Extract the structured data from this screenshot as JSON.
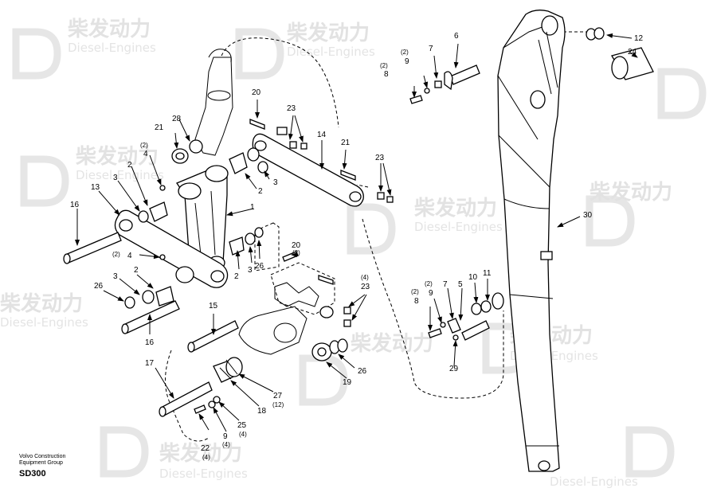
{
  "watermark": {
    "brand": "柴发动力",
    "sub": "Diesel-Engines"
  },
  "footer": {
    "org_line1": "Volvo Construction",
    "org_line2": "Equipment Group",
    "code": "SD300"
  },
  "callouts": {
    "c1": "1",
    "c2a": "2",
    "c2b": "2",
    "c2c": "2",
    "c2d": "2",
    "c3a": "3",
    "c3b": "3",
    "c3c": "3",
    "c3d": "3",
    "c4a": "4",
    "c4a_q": "(2)",
    "c4b": "4",
    "c4b_q": "(2)",
    "c5": "5",
    "c6": "6",
    "c7a": "7",
    "c7b": "7",
    "c8a": "8",
    "c8a_q": "(2)",
    "c8b": "8",
    "c8b_q": "(2)",
    "c9a": "9",
    "c9a_q": "(2)",
    "c9b": "9",
    "c9b_q": "(2)",
    "c9c": "9",
    "c9c_q": "(4)",
    "c10": "10",
    "c11": "11",
    "c12": "12",
    "c13": "13",
    "c14": "14",
    "c15": "15",
    "c16a": "16",
    "c16b": "16",
    "c17": "17",
    "c18": "18",
    "c19": "19",
    "c20a": "20",
    "c20b": "20",
    "c20b_q": "(2)",
    "c21a": "21",
    "c21b": "21",
    "c22": "22",
    "c22_q": "(4)",
    "c23a": "23",
    "c23b": "23",
    "c23c": "23",
    "c23c_q": "(4)",
    "c24": "24",
    "c25": "25",
    "c25_q": "(4)",
    "c26a": "26",
    "c26b": "26",
    "c26c": "26",
    "c27": "27",
    "c27_q": "(12)",
    "c28": "28",
    "c29": "29",
    "c30": "30"
  }
}
